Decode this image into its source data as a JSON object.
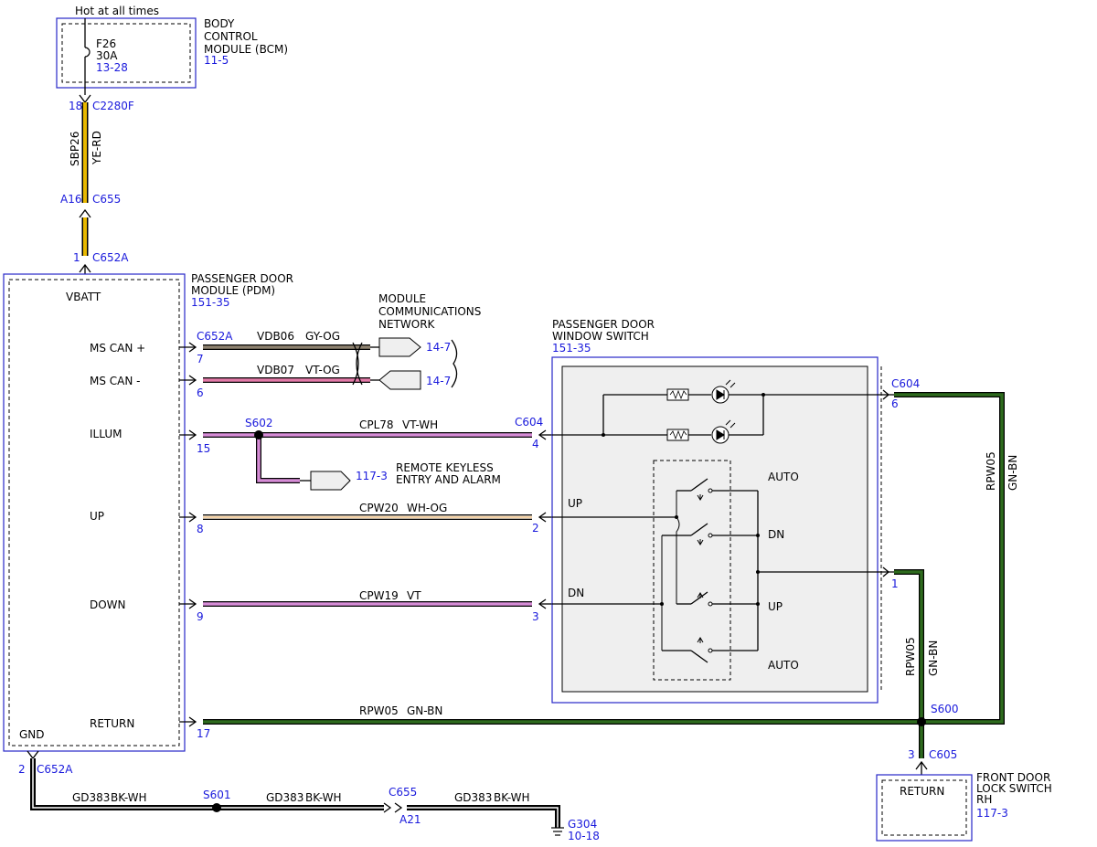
{
  "bcm": {
    "top_label": "Hot at all times",
    "name": "BODY\nCONTROL\nMODULE (BCM)",
    "ref": "11-5",
    "fuse_name": "F26",
    "fuse_rating": "30A",
    "fuse_ref": "13-28"
  },
  "upper_feed": {
    "conn1_pin": "18",
    "conn1_name": "C2280F",
    "circuit": "SBP26",
    "color": "YE-RD",
    "conn2_pin": "A16",
    "conn2_name": "C655",
    "conn3_pin": "1",
    "conn3_name": "C652A"
  },
  "pdm": {
    "name": "PASSENGER DOOR\nMODULE (PDM)",
    "ref": "151-35",
    "vbatt": "VBATT",
    "ms_can_plus": "MS CAN +",
    "ms_can_minus": "MS CAN -",
    "illum": "ILLUM",
    "up": "UP",
    "down": "DOWN",
    "return": "RETURN",
    "gnd": "GND",
    "conn": "C652A",
    "pins": {
      "can_plus": "7",
      "can_minus": "6",
      "illum": "15",
      "up": "8",
      "down": "9",
      "return": "17"
    },
    "gnd_pin": "2",
    "gnd_conn": "C652A"
  },
  "network": {
    "title": "MODULE\nCOMMUNICATIONS\nNETWORK",
    "can_plus_circuit": "VDB06",
    "can_plus_color": "GY-OG",
    "can_minus_circuit": "VDB07",
    "can_minus_color": "VT-OG",
    "ref_plus": "14-7",
    "ref_minus": "14-7"
  },
  "illum_wire": {
    "splice": "S602",
    "circuit": "CPL78",
    "color": "VT-WH",
    "conn": "C604",
    "conn_pin": "4",
    "rke_ref": "117-3",
    "rke_label": "REMOTE KEYLESS\nENTRY AND ALARM"
  },
  "up_wire": {
    "circuit": "CPW20",
    "color": "WH-OG",
    "conn_pin": "2"
  },
  "down_wire": {
    "circuit": "CPW19",
    "color": "VT",
    "conn_pin": "3"
  },
  "return_wire": {
    "circuit": "RPW05",
    "color": "GN-BN",
    "splice": "S600"
  },
  "switch": {
    "name": "PASSENGER DOOR\nWINDOW SWITCH",
    "ref": "151-35",
    "conn": "C604",
    "pin6": "6",
    "pin1": "1",
    "up_label": "UP",
    "dn_label": "DN",
    "auto_top": "AUTO",
    "dn_contact": "DN",
    "up_contact": "UP",
    "auto_bottom": "AUTO"
  },
  "right_wires": {
    "outer_circuit": "RPW05",
    "outer_color": "GN-BN",
    "inner_circuit": "RPW05",
    "inner_color": "GN-BN"
  },
  "lock_switch": {
    "conn_pin": "3",
    "conn": "C605",
    "name": "FRONT DOOR\nLOCK SWITCH\nRH",
    "ref": "117-3",
    "inner": "RETURN"
  },
  "ground": {
    "circuit1": "GD383",
    "color1": "BK-WH",
    "splice": "S601",
    "circuit2": "GD383",
    "color2": "BK-WH",
    "conn": "C655",
    "conn_pin": "A21",
    "circuit3": "GD383",
    "color3": "BK-WH",
    "ground_name": "G304",
    "ground_ref": "10-18"
  },
  "colors": {
    "link_blue": "#1a1adc",
    "yellow": "#e8b800",
    "green": "#2e6b1e",
    "violet": "#d68cd6",
    "gray_orange": "#8e8270",
    "pink": "#e37aa8",
    "white_orange": "#f2c48a"
  }
}
